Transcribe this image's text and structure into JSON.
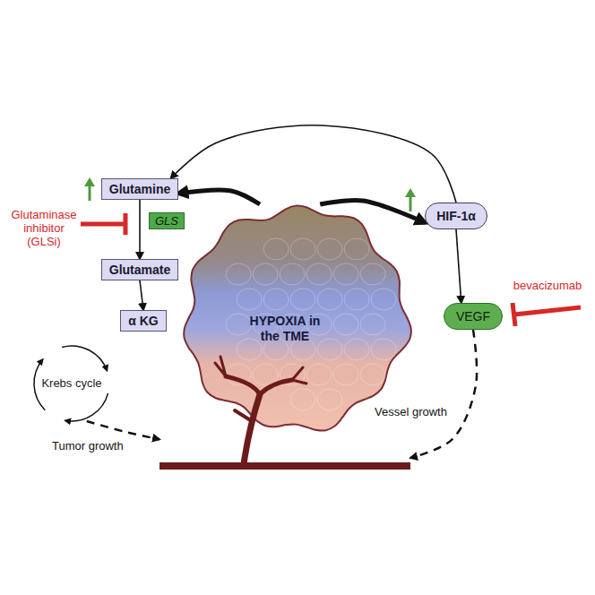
{
  "diagram": {
    "nodes": [
      {
        "text": [
          "Glutamine"
        ]
      },
      {
        "text": [
          "GLS"
        ]
      },
      {
        "text": [
          "Glutamate"
        ]
      },
      {
        "text": [
          "α KG"
        ]
      },
      {
        "text": [
          "Krebs cycle"
        ]
      },
      {
        "text": [
          "HYPOXIA in the TME"
        ]
      },
      {
        "text": [
          "HIF-1α"
        ]
      },
      {
        "text": [
          "VEGF"
        ]
      }
    ],
    "edges": [
      {
        "from": 0,
        "to": 2,
        "arrow": "to"
      },
      {
        "from": 2,
        "to": 3,
        "arrow": "to"
      },
      {
        "from": 5,
        "to": 0,
        "arrow": "to"
      },
      {
        "from": 5,
        "to": 6,
        "arrow": "to"
      },
      {
        "from": 6,
        "to": 0,
        "arrow": "to"
      },
      {
        "from": 6,
        "to": 7,
        "arrow": "to"
      },
      {
        "from": 4,
        "to": 5,
        "label": "Tumor growth",
        "arrow": "to"
      },
      {
        "from": 7,
        "to": 5,
        "label": "Vessel growth",
        "arrow": "to"
      }
    ],
    "labels": [
      "Glutaminase inhibitor (GLSi)",
      "bevacizumab"
    ]
  }
}
